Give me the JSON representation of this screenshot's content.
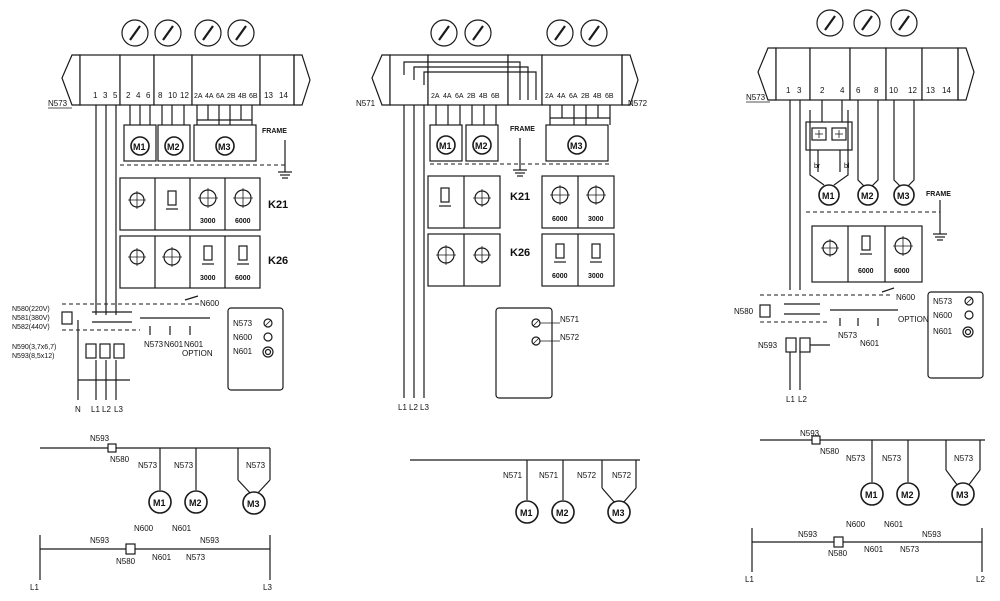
{
  "panel_left": {
    "terminal_block_label": "N573",
    "terminals": [
      "1",
      "3",
      "5",
      "2",
      "4",
      "6",
      "8",
      "10",
      "12",
      "2A",
      "4A",
      "6A",
      "2B",
      "4B",
      "6B",
      "13",
      "14"
    ],
    "frame_label": "FRAME",
    "motors": [
      "M1",
      "M2",
      "M3"
    ],
    "switch_k21": "K21",
    "switch_k26": "K26",
    "k21_values": [
      "3000",
      "6000"
    ],
    "k26_values": [
      "3000",
      "6000"
    ],
    "relay_labels": [
      "N580(220V)",
      "N581(380V)",
      "N582(440V)"
    ],
    "n590": "N590(3,7x6,7)",
    "n593": "N593(8,5x12)",
    "n600": "N600",
    "contact_labels": [
      "N573",
      "N601",
      "N601"
    ],
    "option": "OPTION",
    "legend": [
      "N573",
      "N600",
      "N601"
    ],
    "supply": [
      "N",
      "L1",
      "L2",
      "L3"
    ],
    "ladder_top": [
      "N593",
      "N580",
      "N573",
      "N573",
      "N573",
      "M1",
      "M2",
      "M3"
    ],
    "ladder_bottom": [
      "N593",
      "N600",
      "N601",
      "N580",
      "N601",
      "N573",
      "N593",
      "L1",
      "L3"
    ]
  },
  "panel_middle": {
    "terminal_left": "N571",
    "terminal_right": "N572",
    "terminals": [
      "2A",
      "4A",
      "6A",
      "2B",
      "4B",
      "6B",
      "2A",
      "4A",
      "6A",
      "2B",
      "4B",
      "6B"
    ],
    "frame_label": "FRAME",
    "motors": [
      "M1",
      "M2",
      "M3"
    ],
    "switch_k21": "K21",
    "switch_k26": "K26",
    "k21_values": [
      "6000",
      "3000"
    ],
    "k26_values": [
      "6000",
      "3000"
    ],
    "legend": [
      "N571",
      "N572"
    ],
    "supply": [
      "L1",
      "L2",
      "L3"
    ],
    "ladder": [
      "N571",
      "N571",
      "N572",
      "N572",
      "M1",
      "M2",
      "M3"
    ]
  },
  "panel_right": {
    "terminal_block_label": "N573",
    "terminals": [
      "1",
      "3",
      "2",
      "4",
      "6",
      "8",
      "10",
      "12",
      "13",
      "14"
    ],
    "frame_label": "FRAME",
    "motors": [
      "M1",
      "M2",
      "M3"
    ],
    "wire_labels": [
      "br",
      "bl"
    ],
    "switch_values": [
      "6000",
      "6000"
    ],
    "relay": "N580",
    "n593": "N593",
    "n600": "N600",
    "contact_labels": [
      "N573",
      "N601"
    ],
    "option": "OPTION",
    "legend": [
      "N573",
      "N600",
      "N601"
    ],
    "supply": [
      "L1",
      "L2"
    ],
    "ladder_top": [
      "N593",
      "N580",
      "N573",
      "N573",
      "N573",
      "M1",
      "M2",
      "M3"
    ],
    "ladder_bottom": [
      "N593",
      "N600",
      "N601",
      "N593",
      "N580",
      "N601",
      "N573",
      "L1",
      "L2"
    ]
  }
}
